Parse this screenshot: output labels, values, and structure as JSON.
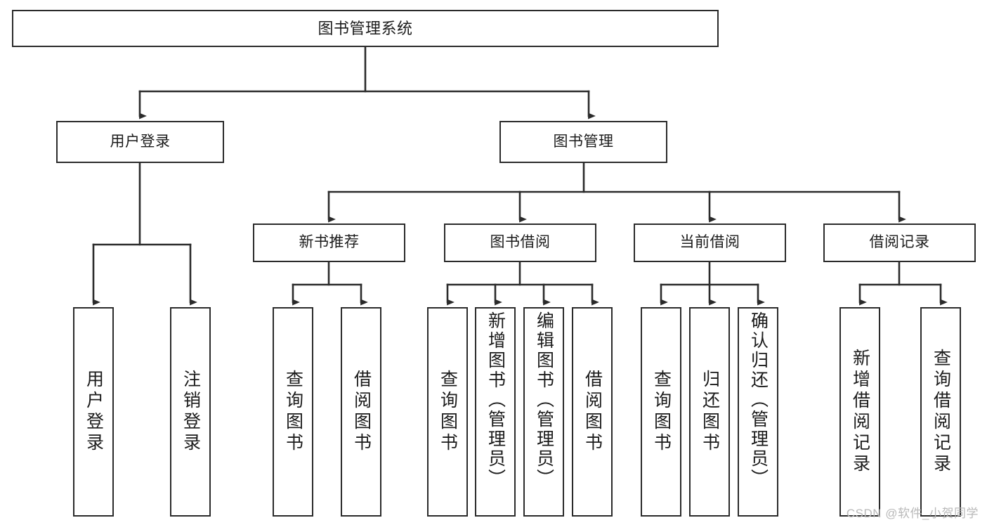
{
  "diagram": {
    "title": "图书管理系统",
    "watermark": "CSDN @软件_小贺同学",
    "line_color": "#2b2b2b",
    "background_color": "#ffffff",
    "text_color": "#1b1b1b",
    "watermark_color": "#b9b9b9",
    "type": "tree",
    "levels": 4,
    "nodes": {
      "root": "图书管理系统",
      "level2": [
        "用户登录",
        "图书管理"
      ],
      "level3": [
        "新书推荐",
        "图书借阅",
        "当前借阅",
        "借阅记录"
      ],
      "leaves": [
        "用户登录",
        "注销登录",
        "查询图书",
        "借阅图书",
        "查询图书",
        "新增图书（管理员）",
        "编辑图书（管理员）",
        "借阅图书",
        "查询图书",
        "归还图书",
        "确认归还（管理员）",
        "新增借阅记录",
        "查询借阅记录"
      ]
    },
    "edges": [
      {
        "from": "图书管理系统",
        "to": "用户登录"
      },
      {
        "from": "图书管理系统",
        "to": "图书管理"
      },
      {
        "from": "用户登录",
        "to": "用户登录"
      },
      {
        "from": "用户登录",
        "to": "注销登录"
      },
      {
        "from": "图书管理",
        "to": "新书推荐"
      },
      {
        "from": "图书管理",
        "to": "图书借阅"
      },
      {
        "from": "图书管理",
        "to": "当前借阅"
      },
      {
        "from": "图书管理",
        "to": "借阅记录"
      },
      {
        "from": "新书推荐",
        "to": "查询图书"
      },
      {
        "from": "新书推荐",
        "to": "借阅图书"
      },
      {
        "from": "图书借阅",
        "to": "查询图书"
      },
      {
        "from": "图书借阅",
        "to": "新增图书（管理员）"
      },
      {
        "from": "图书借阅",
        "to": "编辑图书（管理员）"
      },
      {
        "from": "图书借阅",
        "to": "借阅图书"
      },
      {
        "from": "当前借阅",
        "to": "查询图书"
      },
      {
        "from": "当前借阅",
        "to": "归还图书"
      },
      {
        "from": "当前借阅",
        "to": "确认归还（管理员）"
      },
      {
        "from": "借阅记录",
        "to": "新增借阅记录"
      },
      {
        "from": "借阅记录",
        "to": "查询借阅记录"
      }
    ]
  }
}
